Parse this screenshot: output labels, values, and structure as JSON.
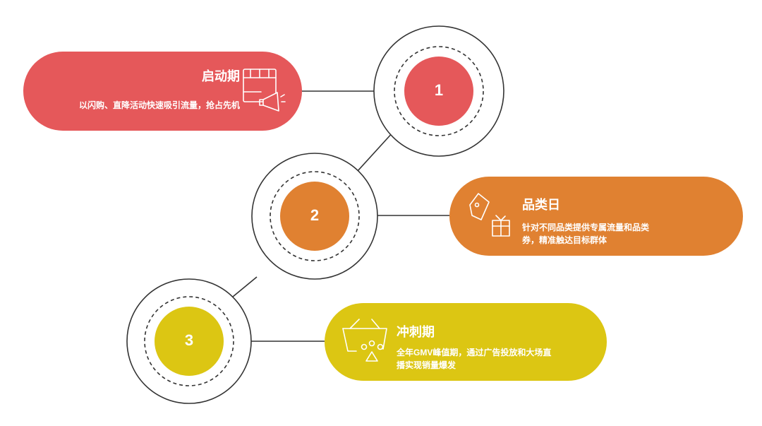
{
  "colors": {
    "stage1": "#e5585a",
    "stage2": "#e08131",
    "stage3": "#dcc613",
    "ring": "#333333",
    "text": "#ffffff",
    "background": "#ffffff"
  },
  "stages": [
    {
      "number": "1",
      "title": "启动期",
      "description": "以闪购、直降活动快速吸引流量，抢占先机",
      "icon": "calendar-megaphone-icon"
    },
    {
      "number": "2",
      "title": "品类日",
      "description": "针对不同品类提供专属流量和品类券，精准触达目标群体",
      "icon": "tag-gift-icon"
    },
    {
      "number": "3",
      "title": "冲刺期",
      "description": "全年GMV峰值期，通过广告投放和大场直播实现销量爆发",
      "icon": "basket-chart-icon"
    }
  ]
}
